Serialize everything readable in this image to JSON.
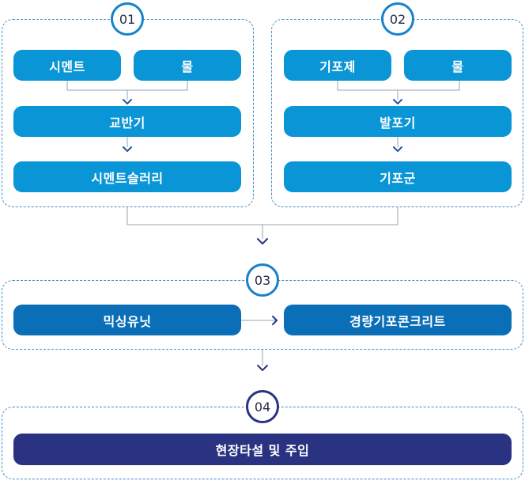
{
  "step1": {
    "badge": "01",
    "a": "시멘트",
    "b": "물",
    "c": "교반기",
    "d": "시멘트슬러리"
  },
  "step2": {
    "badge": "02",
    "a": "기포제",
    "b": "물",
    "c": "발포기",
    "d": "기포군"
  },
  "step3": {
    "badge": "03",
    "a": "믹싱유닛",
    "b": "경량기포콘크리트"
  },
  "step4": {
    "badge": "04",
    "a": "현장타설 및 주입"
  },
  "colors": {
    "light": "#0a95d6",
    "mid": "#0b6fb8",
    "dark": "#2a3382",
    "border": "#3d8fc9"
  }
}
